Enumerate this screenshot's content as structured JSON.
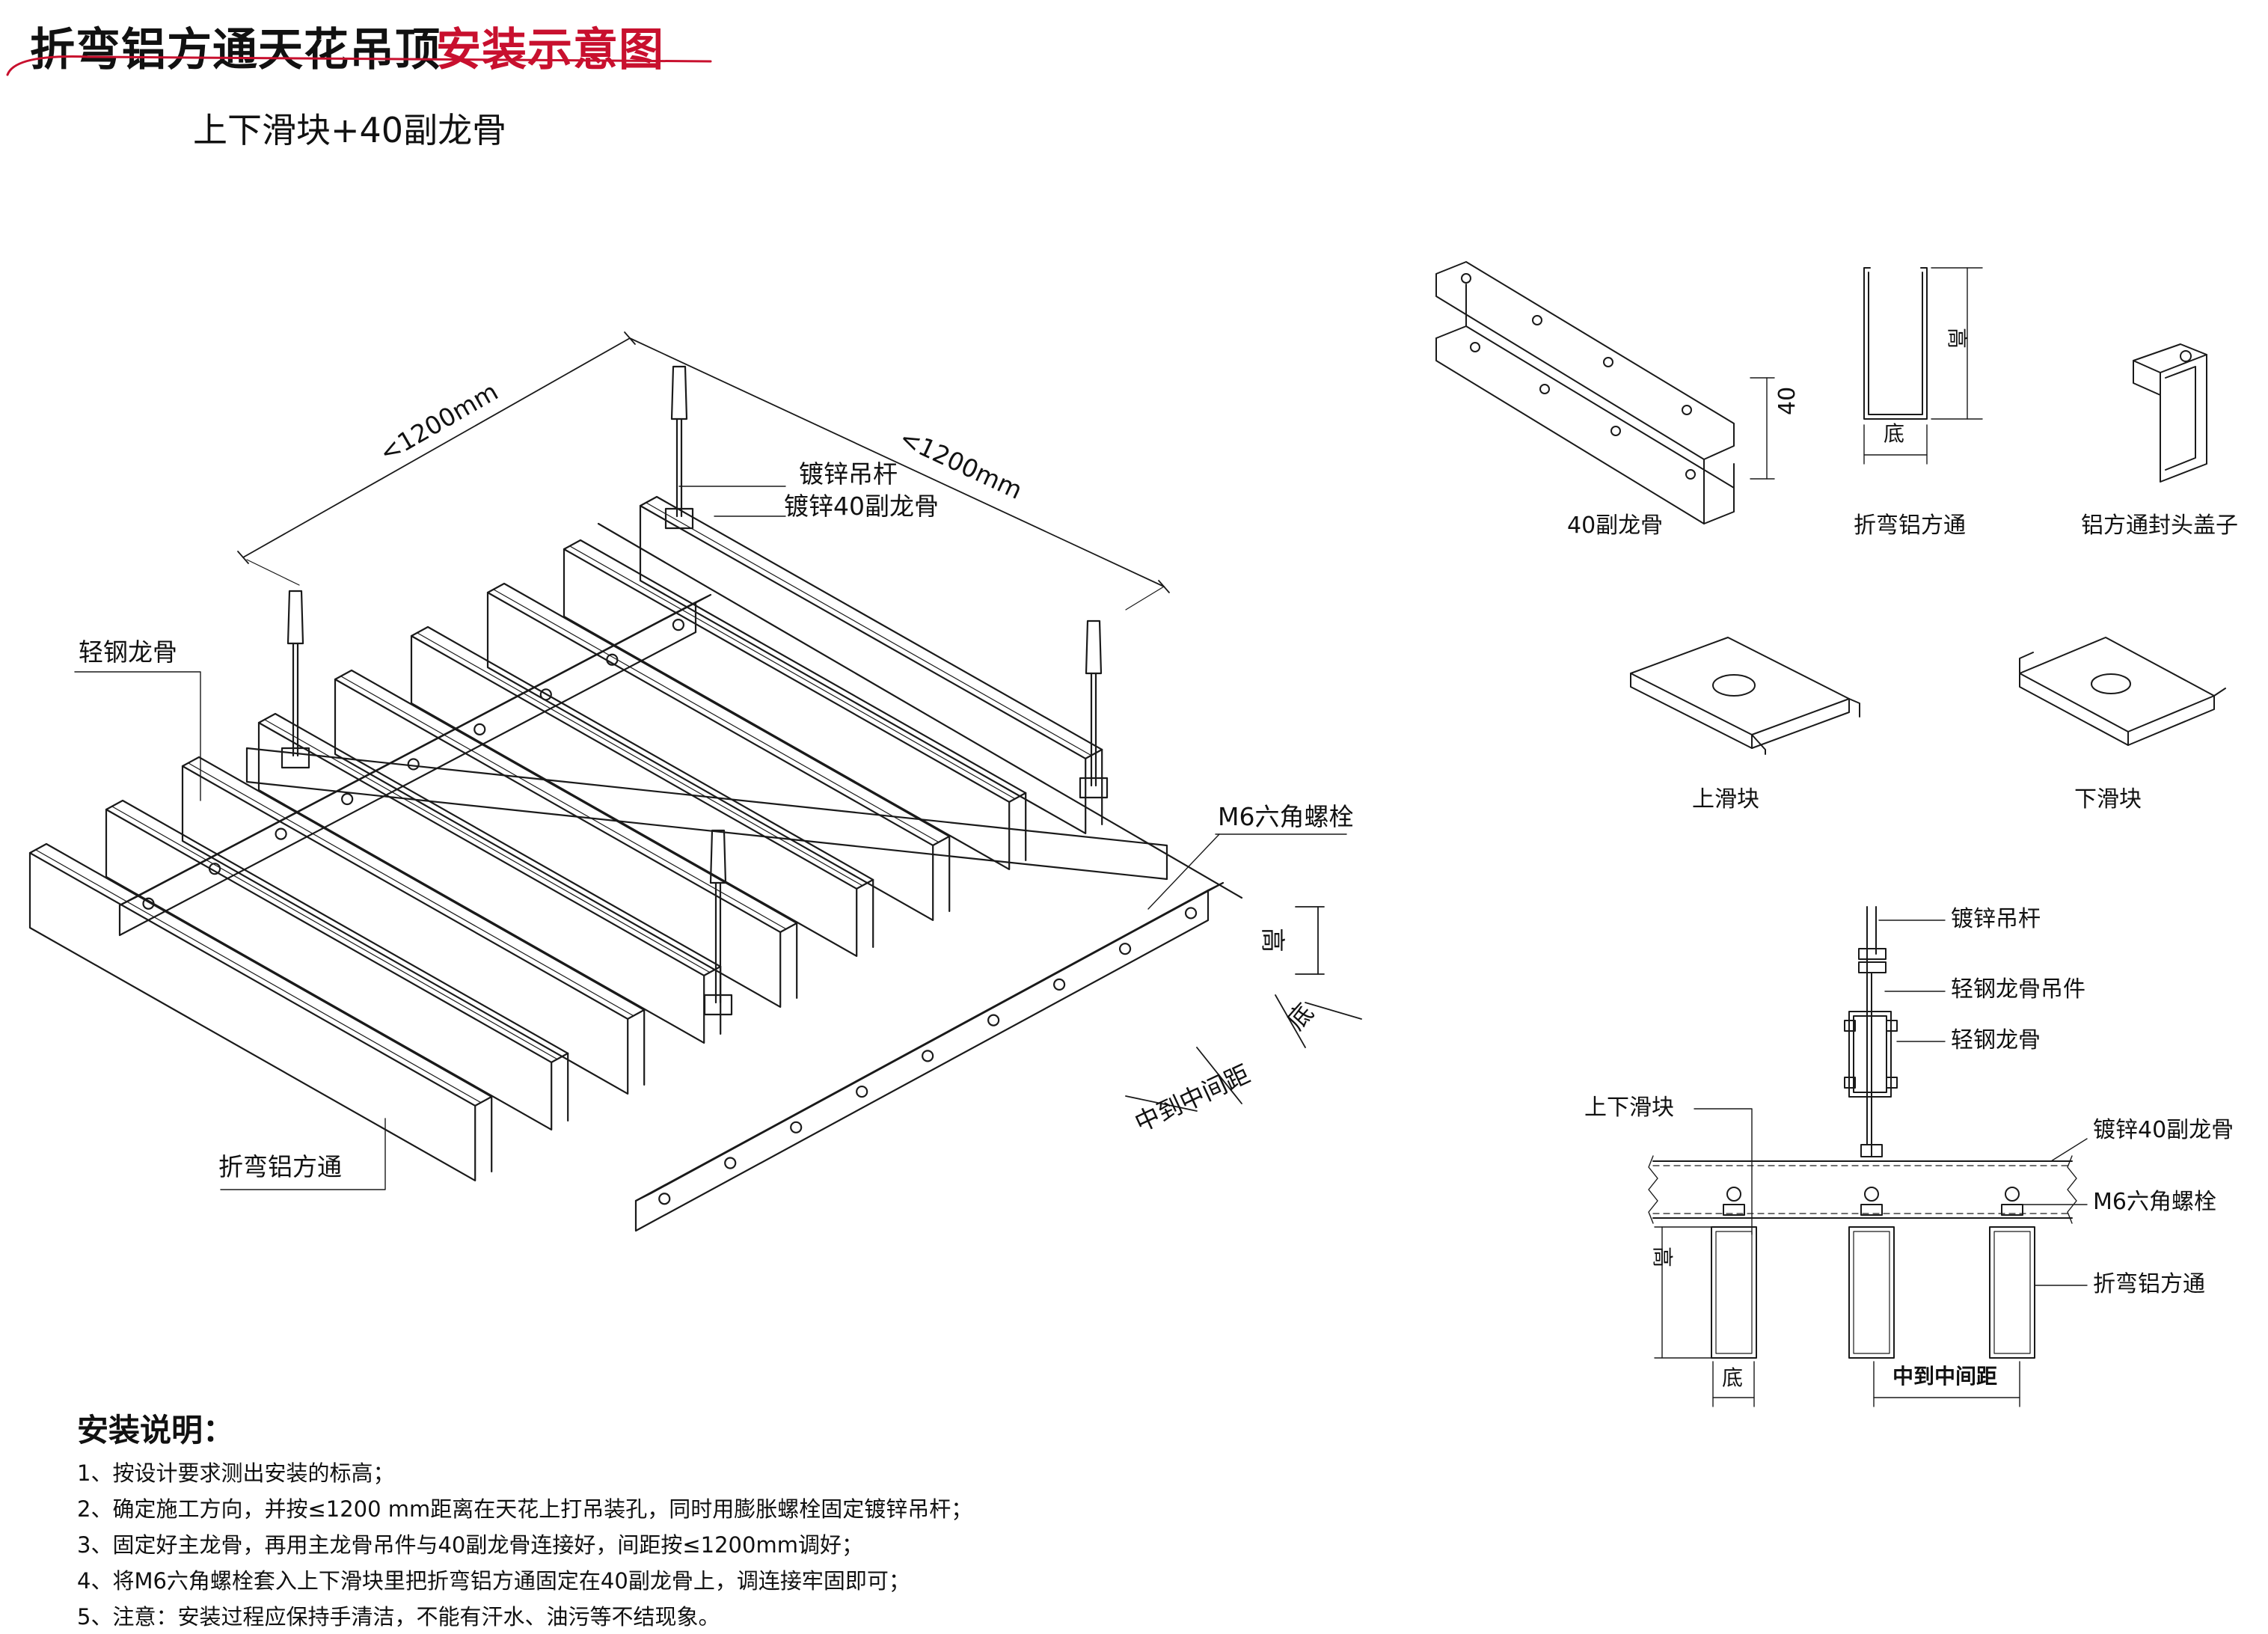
{
  "header": {
    "title_main": "折弯铝方通天花吊顶",
    "title_accent": "安装示意图",
    "accent_color": "#c8102e",
    "subtitle": "上下滑块+40副龙骨"
  },
  "main_diagram": {
    "dim_left": "<1200mm",
    "dim_right": "<1200mm",
    "label_hanger_rod": "镀锌吊杆",
    "label_sub_keel": "镀锌40副龙骨",
    "label_light_keel": "轻钢龙骨",
    "label_bolt": "M6六角螺栓",
    "label_height": "高",
    "label_bottom": "底",
    "label_spacing": "中到中间距",
    "label_tube": "折弯铝方通"
  },
  "parts": {
    "keel_40": "40副龙骨",
    "keel_40_dim": "40",
    "tube": "折弯铝方通",
    "tube_height": "高",
    "tube_bottom": "底",
    "end_cap": "铝方通封头盖子",
    "upper_slider": "上滑块",
    "lower_slider": "下滑块"
  },
  "section_view": {
    "hanger_rod": "镀锌吊杆",
    "keel_hanger": "轻钢龙骨吊件",
    "light_keel": "轻钢龙骨",
    "slider": "上下滑块",
    "sub_keel": "镀锌40副龙骨",
    "bolt": "M6六角螺栓",
    "tube": "折弯铝方通",
    "height": "高",
    "bottom": "底",
    "spacing": "中到中间距"
  },
  "notes": {
    "heading": "安装说明：",
    "items": [
      "1、按设计要求测出安装的标高；",
      "2、确定施工方向，并按≤1200 mm距离在天花上打吊装孔，同时用膨胀螺栓固定镀锌吊杆；",
      "3、固定好主龙骨，再用主龙骨吊件与40副龙骨连接好，间距按≤1200mm调好；",
      "4、将M6六角螺栓套入上下滑块里把折弯铝方通固定在40副龙骨上，调连接牢固即可；",
      "5、注意：安装过程应保持手清洁，不能有汗水、油污等不结现象。"
    ]
  }
}
